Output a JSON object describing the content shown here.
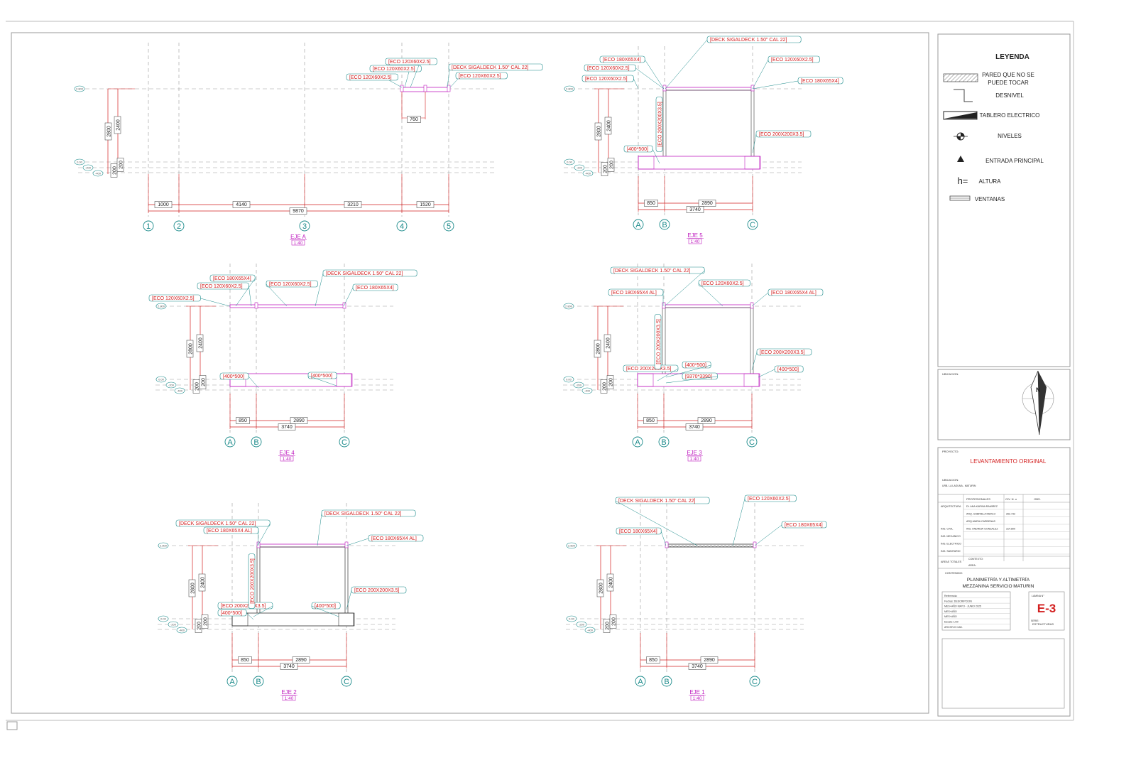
{
  "legend": {
    "title": "LEYENDA",
    "items": [
      {
        "label_1": "PARED QUE NO SE",
        "label_2": "PUEDE TOCAR",
        "icon": "hatched-wall-icon"
      },
      {
        "label_1": "DESNIVEL",
        "label_2": "",
        "icon": "step-icon"
      },
      {
        "label_1": "TABLERO ELECTRICO",
        "label_2": "",
        "icon": "electric-panel-icon"
      },
      {
        "label_1": "NIVELES",
        "label_2": "",
        "icon": "level-marker-icon"
      },
      {
        "label_1": "ENTRADA PRINCIPAL",
        "label_2": "",
        "icon": "triangle-icon"
      },
      {
        "label_1": "ALTURA",
        "label_2": "",
        "icon": "height-icon"
      },
      {
        "label_1": "VENTANAS",
        "label_2": "",
        "icon": "window-icon"
      }
    ],
    "height_symbol": "h="
  },
  "location_box": {
    "label": "UBICACION:"
  },
  "title_block": {
    "project_label": "PROYECTO:",
    "project": "LEVANTAMIENTO ORIGINAL",
    "location_label": "UBICACION:",
    "location": "URB. LA LAGUNA  -  MATURIN",
    "headers": [
      "PROFESIONALES",
      "CIV. N. o",
      "OBS."
    ],
    "rows": [
      {
        "role": "ARQUITECTURA",
        "name": "DI. ANA KARINA RAMIREZ",
        "civ": ""
      },
      {
        "role": "",
        "name": "ARQ. GABRIELA MERLO",
        "civ": "262.732"
      },
      {
        "role": "",
        "name": "ARQ.MARIA CARDENAS",
        "civ": ""
      },
      {
        "role": "ING. CIVIL",
        "name": "ING. ANDREW GONZALEZ",
        "civ": "314.800"
      },
      {
        "role": "ING. MECANICO",
        "name": "",
        "civ": ""
      },
      {
        "role": "ING. ELECTRICO",
        "name": "",
        "civ": ""
      },
      {
        "role": "ING. SANITARIO",
        "name": "",
        "civ": ""
      }
    ],
    "areas_label": "AREAS TOTALES",
    "context_label": "CONTEXTO:",
    "area_label": "AREA:",
    "content_label": "CONTENIDO:",
    "content_1": "PLANIMETRÍA Y ALTIMETRÍA",
    "content_2": "MEZZANINA SERVICIO MATURIN",
    "ref_rows": [
      "Referencia:",
      "Fechas:          DESCRIPCION",
      "MES+AÑO          MAYO  -  JUNIO  2025",
      "MES+AÑO",
      "MES+AÑO",
      "Escala: 1/20",
      "ARCHIVO    CAD."
    ],
    "sheet_label": "LAMINA N°",
    "sheet_number": "E-3",
    "series_label": "SERIE:",
    "series": "ESTRUCTURAS"
  },
  "drawings": [
    {
      "name": "EJE A",
      "scale": "1:40",
      "labels": [
        "ECO 120X60X2.5",
        "ECO 120X60X2.5",
        "ECO 120X60X2.5",
        "DECK SIGALDECK 1.50\" CAL 22",
        "ECO 120X60X2.5"
      ],
      "dims": [
        "1000",
        "4140",
        "3210",
        "1520",
        "9870",
        "760",
        "2800",
        "2400",
        "200",
        "200"
      ],
      "axes": [
        "1",
        "2",
        "3",
        "4",
        "5"
      ]
    },
    {
      "name": "EJE 5",
      "scale": "1:40",
      "labels": [
        "DECK SIGALDECK 1.50\" CAL 22",
        "ECO 180X65X4",
        "ECO 120X60X2.5",
        "ECO 120X60X2.5",
        "ECO 120X60X2.5",
        "ECO 180X65X4",
        "ECO 200X200X3.5",
        "400*500",
        "ECO 200X200X3.5"
      ],
      "dims": [
        "850",
        "2890",
        "3740",
        "2800",
        "2400",
        "200",
        "200"
      ],
      "axes": [
        "A",
        "B",
        "C"
      ]
    },
    {
      "name": "EJE 4",
      "scale": "1:40",
      "labels": [
        "ECO 180X65X4",
        "ECO 120X60X2.5",
        "DECK SIGALDECK 1.50\" CAL 22",
        "ECO 120X60X2.5",
        "ECO 180X65X4",
        "ECO 120X60X2.5",
        "400*500",
        "400*500"
      ],
      "dims": [
        "850",
        "2890",
        "3740",
        "2800",
        "2400",
        "200",
        "200"
      ],
      "axes": [
        "A",
        "B",
        "C"
      ]
    },
    {
      "name": "EJE 3",
      "scale": "1:40",
      "labels": [
        "DECK SIGALDECK 1.50\" CAL 22",
        "ECO 180X65X4 AL",
        "ECO 120X60X2.5",
        "ECO 180X65X4 AL",
        "ECO 200X200X3.5",
        "ECO 200X200X3.5",
        "400*500",
        "9370*3390",
        "400*500",
        "400*500"
      ],
      "dims": [
        "850",
        "2890",
        "3740",
        "2800",
        "2400",
        "200",
        "200"
      ],
      "axes": [
        "A",
        "B",
        "C"
      ]
    },
    {
      "name": "EJE 2",
      "scale": "1:40",
      "labels": [
        "DECK SIGALDECK 1.50\" CAL 22",
        "ECO 180X65X4 AL",
        "DECK SIGALDECK 1.50\" CAL 22",
        "ECO 180X65X4 AL",
        "ECO 200X200X3.5",
        "ECO 200X200X3.5",
        "400*500",
        "400*500",
        "400*500"
      ],
      "dims": [
        "850",
        "2890",
        "3740",
        "2800",
        "2400",
        "200",
        "200"
      ],
      "axes": [
        "A",
        "B",
        "C"
      ]
    },
    {
      "name": "EJE 1",
      "scale": "1:40",
      "labels": [
        "DECK SIGALDECK 1.50\" CAL 22",
        "ECO 120X60X2.5",
        "ECO 180X65X4",
        "ECO 180X65X4"
      ],
      "dims": [
        "850",
        "2890",
        "3740",
        "2800",
        "2400",
        "200",
        "200"
      ],
      "axes": [
        "A",
        "B",
        "C"
      ]
    }
  ],
  "levels": [
    "2.800",
    "0.00",
    "-200",
    "-400"
  ],
  "colors": {
    "red": "#d32020",
    "teal": "#1a8a8a",
    "magenta": "#c020c0",
    "gray": "#9a9a9a",
    "dark": "#222222"
  }
}
